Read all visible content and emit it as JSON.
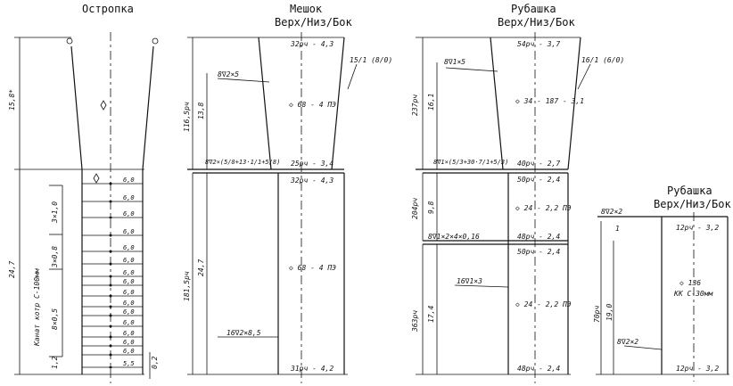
{
  "titles": {
    "ostropka": "Остропка",
    "meshok": "Мешок",
    "meshok_sub": "Верх/Низ/Бок",
    "rubashka1": "Рубашка",
    "rubashka1_sub": "Верх/Низ/Бок",
    "rubashka2": "Рубашка",
    "rubashka2_sub": "Верх/Низ/Бок"
  },
  "ostropka": {
    "dim_upper": "15,8*",
    "dim_lower": "24,7",
    "dim_3x10": "3×1,0",
    "dim_3x08": "3×0,8",
    "dim_8x05": "8×0,5",
    "dim_12": "1,2",
    "dim_02": "0,2",
    "rope_label": "Канат котр С-100мм",
    "rows": [
      "6,0",
      "6,0",
      "6,0",
      "6,0",
      "6,0",
      "6,0",
      "6,0",
      "6,0",
      "6,0",
      "6,0",
      "6,0",
      "6,0",
      "6,0",
      "6,0",
      "6,0",
      "5,5"
    ]
  },
  "meshok": {
    "dim_total_upper": "116,5рч",
    "dim_13_8": "13,8",
    "dim_total_lower": "181,5рч",
    "dim_24_7": "24,7",
    "top_label": "32рч - 4,3",
    "mid_label": "◇ 68 - 4 ПЭ",
    "bottom_upper_label": "25рч - 3,4",
    "top2_label": "32рч - 4,3",
    "mid2_label": "◇ 68 - 4 ПЭ",
    "bottom_label": "31рч - 4,2",
    "cut_a": "8∇2×5",
    "cut_b": "8∇2×(5/8+13·1/1+5/8)",
    "cut_c": "16∇2×8,5",
    "ratio": "15/1 (8/0)"
  },
  "rubashka1": {
    "dim_237": "237рч",
    "dim_16_1": "16,1",
    "dim_204": "204рч",
    "dim_9_8": "9,8",
    "dim_363": "363рч",
    "dim_17_4": "17,4",
    "top_label": "54рч - 3,7",
    "mid_label": "◇ 34 - 187 - 3,1",
    "bottom_upper_label": "40рч - 2,7",
    "sec2_top": "50рч - 2,4",
    "sec2_mid": "◇ 24 - 2,2 ПЭ",
    "sec2_bottom": "48рч - 2,4",
    "sec3_top": "50рч - 2,4",
    "sec3_mid": "◇ 24 - 2,2 ПЭ",
    "sec3_bottom": "48рч - 2,4",
    "cut_a": "8∇1×5",
    "cut_b": "8∇1×(5/3+30·7/1+5/3)",
    "cut_c": "8∇1×2×4×0,16",
    "cut_d": "16∇1×3",
    "ratio": "16/1 (6/0)"
  },
  "rubashka2": {
    "dim_70": "70рч",
    "dim_19": "19,0",
    "label_one": "1",
    "top_label": "12рч - 3,2",
    "mid_label": "◇ 136",
    "mid_label2": "КК С-30мм",
    "bottom_label": "12рч - 3,2",
    "cut_a": "8∇2×2",
    "cut_b": "8∇2×2"
  }
}
